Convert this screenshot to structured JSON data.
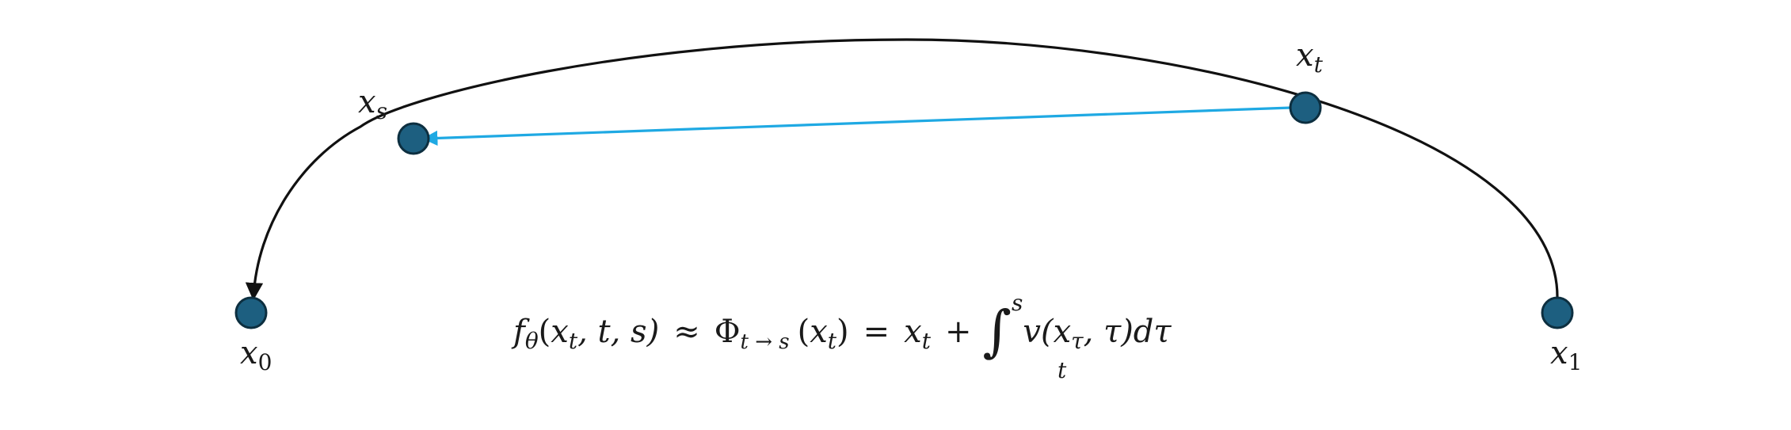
{
  "points": {
    "x0": {
      "base": "x",
      "sub": "0"
    },
    "x1": {
      "base": "x",
      "sub": "1"
    },
    "xs": {
      "base": "x",
      "sub": "s"
    },
    "xt": {
      "base": "x",
      "sub": "t"
    }
  },
  "formula": {
    "f": "f",
    "f_sub": "θ",
    "f_args_open": "(",
    "x_1": "x",
    "x_1_sub": "t",
    "args_rest": ", t, s)",
    "approx": "≈",
    "Phi": "Φ",
    "Phi_sub": "t → s",
    "paren_open": "(",
    "x_2": "x",
    "x_2_sub": "t",
    "paren_close": ")",
    "equals": "=",
    "x_3": "x",
    "x_3_sub": "t",
    "plus": "+",
    "integral": "∫",
    "int_upper": "s",
    "int_lower": "t",
    "v": "v(",
    "x_tau": "x",
    "x_tau_sub": "τ",
    "v_rest": ", τ)dτ"
  },
  "colors": {
    "node_fill": "#1d5f80",
    "node_stroke": "#0d2f40",
    "curve": "#111111",
    "shortcut_arrow": "#1fa9e3"
  }
}
